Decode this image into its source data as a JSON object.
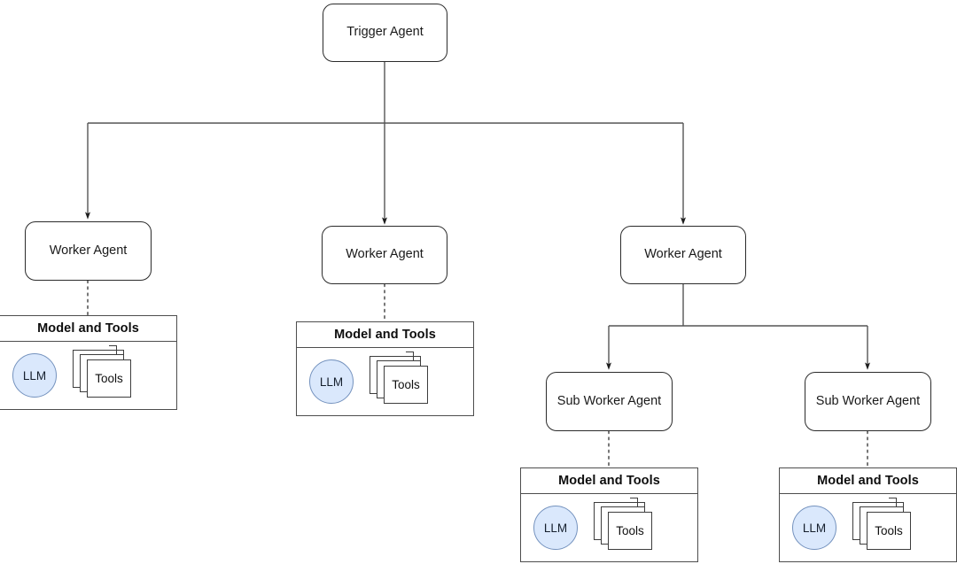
{
  "diagram": {
    "title": "Trigger Agent / Worker Agent hierarchy",
    "colors": {
      "background": "#ffffff",
      "node_border": "#2b2b2b",
      "panel_border": "#4d4d4d",
      "edge": "#555555",
      "llm_fill": "#dae8fc",
      "llm_border": "#7492be",
      "text": "#1a1a1a"
    }
  },
  "nodes": {
    "trigger": {
      "label": "Trigger Agent"
    },
    "worker1": {
      "label": "Worker Agent"
    },
    "worker2": {
      "label": "Worker Agent"
    },
    "worker3": {
      "label": "Worker Agent"
    },
    "sub1": {
      "label": "Sub Worker Agent"
    },
    "sub2": {
      "label": "Sub Worker Agent"
    }
  },
  "panels": {
    "mt1": {
      "header": "Model and Tools",
      "llm": "LLM",
      "tools": "Tools"
    },
    "mt2": {
      "header": "Model and Tools",
      "llm": "LLM",
      "tools": "Tools"
    },
    "mt3": {
      "header": "Model and Tools",
      "llm": "LLM",
      "tools": "Tools"
    },
    "mt4": {
      "header": "Model and Tools",
      "llm": "LLM",
      "tools": "Tools"
    }
  },
  "edges": [
    {
      "from": "trigger",
      "to": "worker1",
      "style": "solid-arrow"
    },
    {
      "from": "trigger",
      "to": "worker2",
      "style": "solid-arrow"
    },
    {
      "from": "trigger",
      "to": "worker3",
      "style": "solid-arrow"
    },
    {
      "from": "worker3",
      "to": "sub1",
      "style": "solid-arrow"
    },
    {
      "from": "worker3",
      "to": "sub2",
      "style": "solid-arrow"
    },
    {
      "from": "worker1",
      "to": "mt1",
      "style": "dotted"
    },
    {
      "from": "worker2",
      "to": "mt2",
      "style": "dotted"
    },
    {
      "from": "sub1",
      "to": "mt3",
      "style": "dotted"
    },
    {
      "from": "sub2",
      "to": "mt4",
      "style": "dotted"
    }
  ]
}
